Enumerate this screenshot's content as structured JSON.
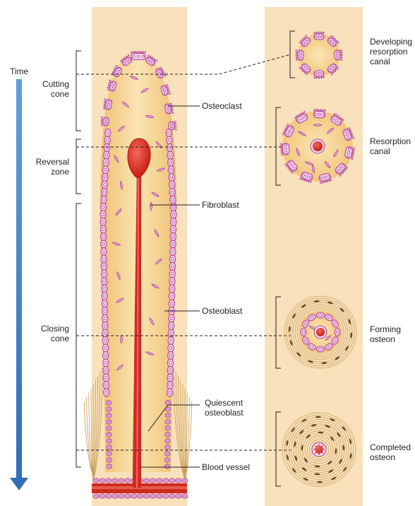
{
  "time_label": "Time",
  "stages": {
    "cutting_cone": "Cutting\ncone",
    "reversal_zone": "Reversal\nzone",
    "closing_cone": "Closing\ncone"
  },
  "cell_labels": {
    "osteoclast": "Osteoclast",
    "fibroblast": "Fibroblast",
    "osteoblast": "Osteoblast",
    "quiescent_osteoblast": "Quiescent\nosteoblast",
    "blood_vessel": "Blood vessel"
  },
  "cross_sections": {
    "developing_resorption_canal": "Developing\nresorption\ncanal",
    "resorption_canal": "Resorption\ncanal",
    "forming_osteon": "Forming\nosteon",
    "completed_osteon": "Completed\nosteon"
  },
  "colors": {
    "panel": "#f8e1bb",
    "tissue": "#f3c66e",
    "cell_fill": "#f3d3ee",
    "cell_border": "#b3429a",
    "vessel": "#d9261c",
    "arrow": "#3f7fc4"
  }
}
